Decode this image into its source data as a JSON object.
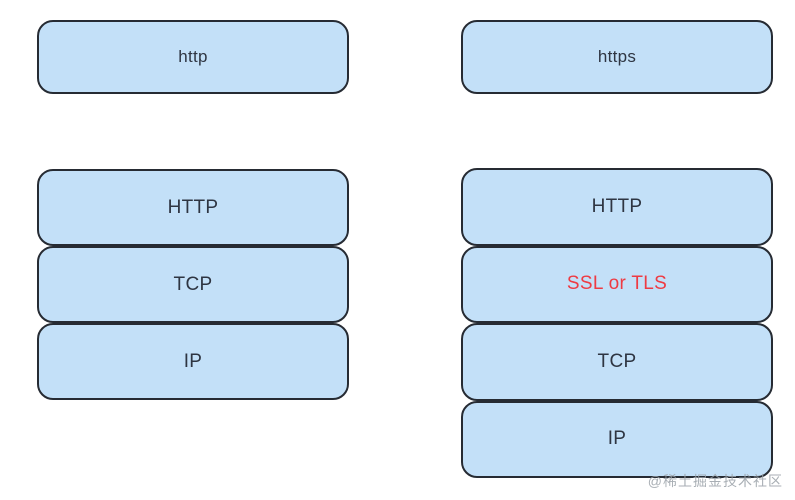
{
  "colors": {
    "box-fill": "#c3e0f8",
    "box-border": "#262b33",
    "label-text": "#2e3542",
    "highlight-text": "#ee3b43",
    "watermark-text": "#9aa1a8"
  },
  "left": {
    "top_box": {
      "label": "http"
    },
    "stack": [
      {
        "label": "HTTP"
      },
      {
        "label": "TCP"
      },
      {
        "label": "IP"
      }
    ]
  },
  "right": {
    "top_box": {
      "label": "https"
    },
    "stack": [
      {
        "label": "HTTP"
      },
      {
        "label": "SSL or TLS"
      },
      {
        "label": "TCP"
      },
      {
        "label": "IP"
      }
    ]
  },
  "watermark": {
    "text": "@稀土掘金技术社区"
  }
}
